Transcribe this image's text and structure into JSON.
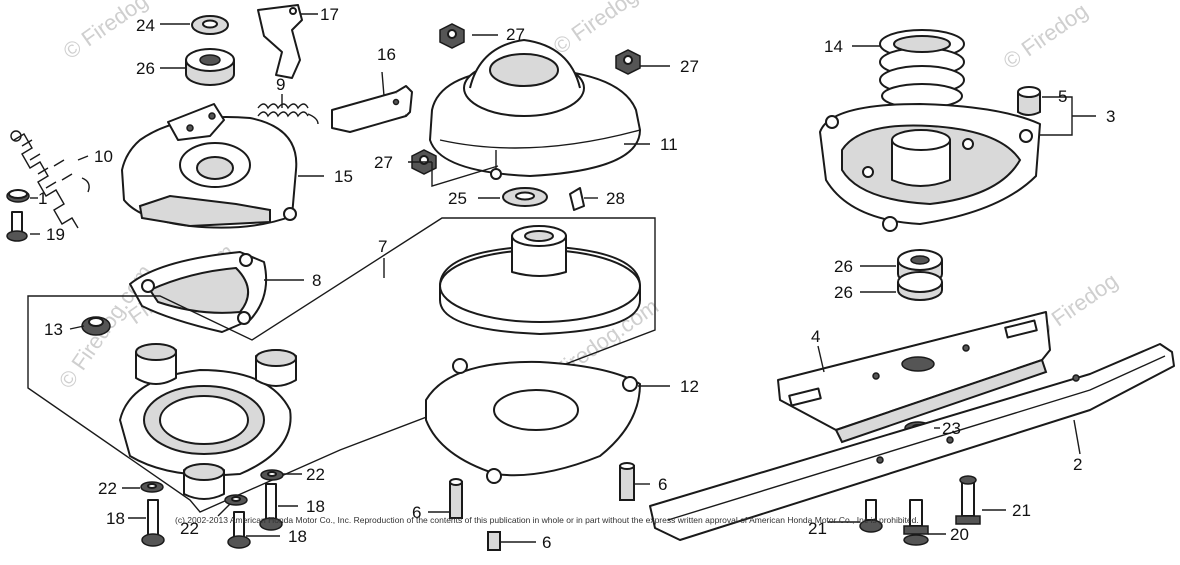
{
  "labels": {
    "l1": "1",
    "l2": "2",
    "l3": "3",
    "l4": "4",
    "l5": "5",
    "l6a": "6",
    "l6b": "6",
    "l6c": "6",
    "l7": "7",
    "l8": "8",
    "l9": "9",
    "l10": "10",
    "l11": "11",
    "l12": "12",
    "l13": "13",
    "l14": "14",
    "l15": "15",
    "l16": "16",
    "l17": "17",
    "l18a": "18",
    "l18b": "18",
    "l18c": "18",
    "l19": "19",
    "l20": "20",
    "l21a": "21",
    "l21b": "21",
    "l22a": "22",
    "l22b": "22",
    "l22c": "22",
    "l23": "23",
    "l24": "24",
    "l25": "25",
    "l26a": "26",
    "l26b": "26",
    "l26c": "26",
    "l27a": "27",
    "l27b": "27",
    "l27c": "27",
    "l28": "28"
  },
  "watermarks": {
    "w1": "© Firedog",
    "w2": "© Firedog",
    "w3": "© Firedog",
    "w4": "Firedog.com",
    "w5": "© Firedog.com",
    "w6": "Firedog.com",
    "w7": "© Firedog"
  },
  "copyright": "(c) 2002-2013 American Honda Motor Co., Inc. Reproduction of the contents of this publication in whole or in part without the express written approval of American Honda Motor Co., Inc is prohibited."
}
